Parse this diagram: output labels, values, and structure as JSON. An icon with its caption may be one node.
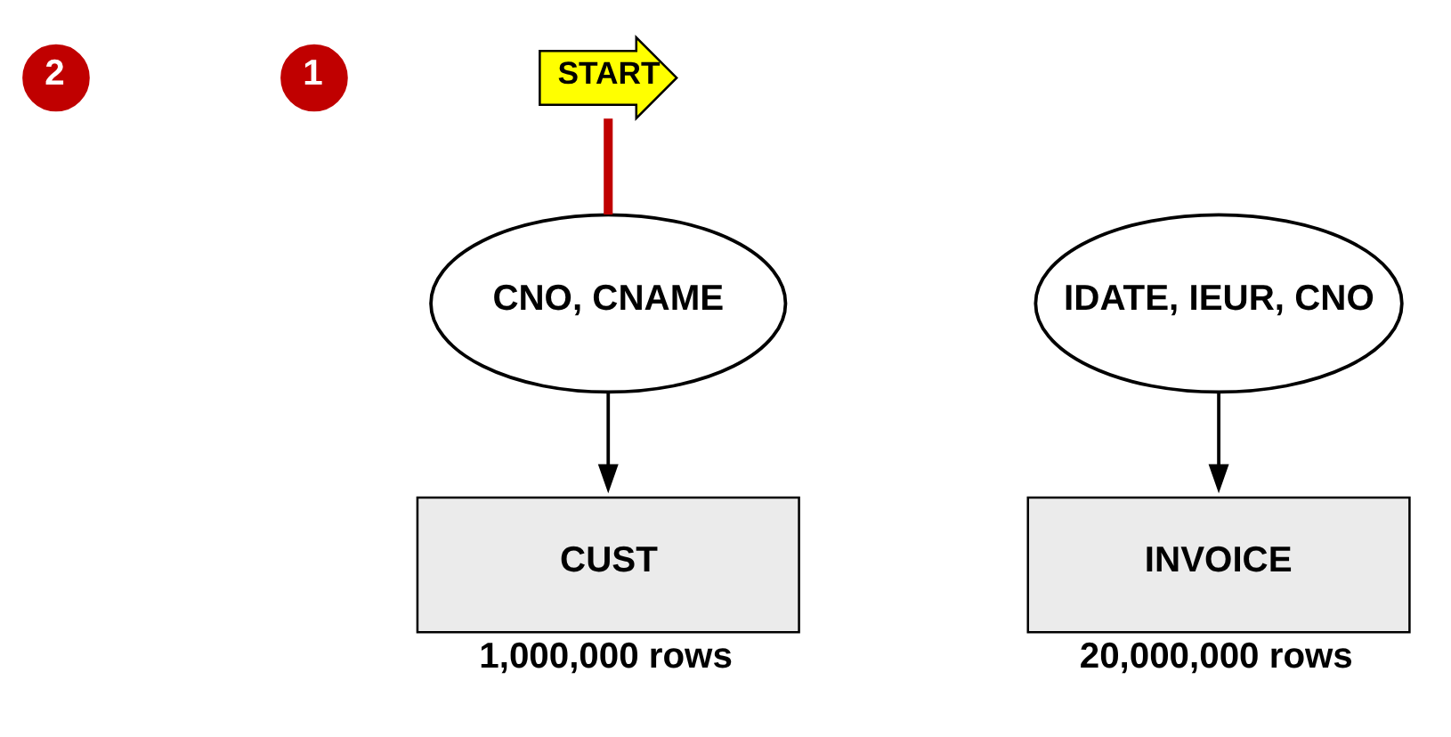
{
  "diagram": {
    "nodes": [
      {
        "text": [
          "START"
        ]
      },
      {
        "text": [
          "2"
        ]
      },
      {
        "text": [
          "1"
        ]
      },
      {
        "text": [
          "CNO, CNAME"
        ]
      },
      {
        "text": [
          "CUST"
        ],
        "beside": [
          "1,000,000 rows"
        ]
      },
      {
        "text": [
          "IDATE, IEUR, CNO"
        ]
      },
      {
        "text": [
          "INVOICE"
        ],
        "beside": [
          "20,000,000 rows"
        ]
      }
    ],
    "edges": [
      {
        "from": 0,
        "to": 3,
        "arrow": "none",
        "style": "thick",
        "color": "#c00000"
      },
      {
        "from": 3,
        "to": 4,
        "arrow": "to"
      },
      {
        "from": 5,
        "to": 6,
        "arrow": "to"
      }
    ]
  }
}
